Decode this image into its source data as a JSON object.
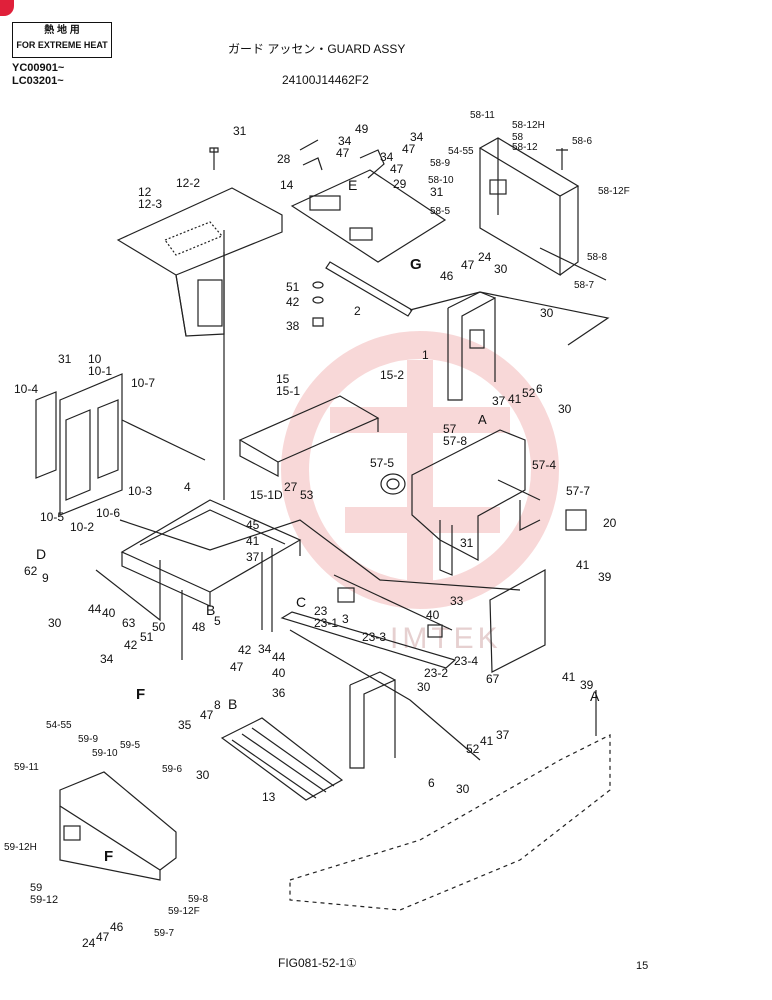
{
  "header": {
    "badge_line1": "熱 地 用",
    "badge_line2": "FOR EXTREME HEAT",
    "serial_1": "YC00901~",
    "serial_2": "LC03201~",
    "title": "ガード アッセン・GUARD ASSY",
    "part_number": "24100J14462F2"
  },
  "footer": {
    "figure": "FIG081-52-1①",
    "page": "15"
  },
  "watermark_text": "IMTEK",
  "colors": {
    "line": "#222222",
    "watermark": "#f3b9b9",
    "corner": "#e0203a"
  },
  "labels": [
    {
      "id": "l1",
      "text": "31"
    },
    {
      "id": "l2",
      "text": "12"
    },
    {
      "id": "l3",
      "text": "12-3"
    },
    {
      "id": "l4",
      "text": "12-2"
    },
    {
      "id": "l5",
      "text": "49"
    },
    {
      "id": "l6",
      "text": "34"
    },
    {
      "id": "l7",
      "text": "34"
    },
    {
      "id": "l8",
      "text": "47"
    },
    {
      "id": "l9",
      "text": "28"
    },
    {
      "id": "l10",
      "text": "47"
    },
    {
      "id": "l11",
      "text": "34"
    },
    {
      "id": "l12",
      "text": "47"
    },
    {
      "id": "l13",
      "text": "E"
    },
    {
      "id": "l14",
      "text": "29"
    },
    {
      "id": "l15",
      "text": "31"
    },
    {
      "id": "l16",
      "text": "14"
    },
    {
      "id": "l17",
      "text": "58-11"
    },
    {
      "id": "l18",
      "text": "58-12H"
    },
    {
      "id": "l19",
      "text": "58"
    },
    {
      "id": "l20",
      "text": "58-12"
    },
    {
      "id": "l21",
      "text": "58-6"
    },
    {
      "id": "l22",
      "text": "54-55"
    },
    {
      "id": "l23",
      "text": "58-9"
    },
    {
      "id": "l24",
      "text": "58-10"
    },
    {
      "id": "l25",
      "text": "58-5"
    },
    {
      "id": "l26",
      "text": "58-12F"
    },
    {
      "id": "l27",
      "text": "58-8"
    },
    {
      "id": "l28",
      "text": "58-7"
    },
    {
      "id": "l29",
      "text": "G"
    },
    {
      "id": "l30",
      "text": "46"
    },
    {
      "id": "l31",
      "text": "47"
    },
    {
      "id": "l32",
      "text": "24"
    },
    {
      "id": "l33",
      "text": "30"
    },
    {
      "id": "l34",
      "text": "51"
    },
    {
      "id": "l35",
      "text": "42"
    },
    {
      "id": "l36",
      "text": "38"
    },
    {
      "id": "l37",
      "text": "2"
    },
    {
      "id": "l38",
      "text": "30"
    },
    {
      "id": "l39",
      "text": "1"
    },
    {
      "id": "l40",
      "text": "31"
    },
    {
      "id": "l41",
      "text": "10"
    },
    {
      "id": "l42",
      "text": "10-1"
    },
    {
      "id": "l43",
      "text": "10-7"
    },
    {
      "id": "l44",
      "text": "10-4"
    },
    {
      "id": "l45",
      "text": "15"
    },
    {
      "id": "l46",
      "text": "15-1"
    },
    {
      "id": "l47",
      "text": "15-2"
    },
    {
      "id": "l48",
      "text": "37"
    },
    {
      "id": "l49",
      "text": "41"
    },
    {
      "id": "l50",
      "text": "52"
    },
    {
      "id": "l51",
      "text": "6"
    },
    {
      "id": "l52",
      "text": "30"
    },
    {
      "id": "l53",
      "text": "A"
    },
    {
      "id": "l54",
      "text": "57"
    },
    {
      "id": "l55",
      "text": "57-8"
    },
    {
      "id": "l56",
      "text": "57-5"
    },
    {
      "id": "l57",
      "text": "57-4"
    },
    {
      "id": "l58",
      "text": "57-7"
    },
    {
      "id": "l59",
      "text": "20"
    },
    {
      "id": "l60",
      "text": "10-3"
    },
    {
      "id": "l61",
      "text": "10-5"
    },
    {
      "id": "l62",
      "text": "10-6"
    },
    {
      "id": "l63",
      "text": "10-2"
    },
    {
      "id": "l64",
      "text": "4"
    },
    {
      "id": "l65",
      "text": "15-1D"
    },
    {
      "id": "l66",
      "text": "27"
    },
    {
      "id": "l67",
      "text": "53"
    },
    {
      "id": "l68",
      "text": "45"
    },
    {
      "id": "l69",
      "text": "41"
    },
    {
      "id": "l70",
      "text": "37"
    },
    {
      "id": "l71",
      "text": "31"
    },
    {
      "id": "l72",
      "text": "41"
    },
    {
      "id": "l73",
      "text": "39"
    },
    {
      "id": "l74",
      "text": "D"
    },
    {
      "id": "l75",
      "text": "62"
    },
    {
      "id": "l76",
      "text": "9"
    },
    {
      "id": "l77",
      "text": "44"
    },
    {
      "id": "l78",
      "text": "40"
    },
    {
      "id": "l79",
      "text": "63"
    },
    {
      "id": "l80",
      "text": "30"
    },
    {
      "id": "l81",
      "text": "B"
    },
    {
      "id": "l82",
      "text": "50"
    },
    {
      "id": "l83",
      "text": "5"
    },
    {
      "id": "l84",
      "text": "51"
    },
    {
      "id": "l85",
      "text": "48"
    },
    {
      "id": "l86",
      "text": "42"
    },
    {
      "id": "l87",
      "text": "42"
    },
    {
      "id": "l88",
      "text": "47"
    },
    {
      "id": "l89",
      "text": "34"
    },
    {
      "id": "l90",
      "text": "34"
    },
    {
      "id": "l91",
      "text": "C"
    },
    {
      "id": "l92",
      "text": "23"
    },
    {
      "id": "l93",
      "text": "23-1"
    },
    {
      "id": "l94",
      "text": "3"
    },
    {
      "id": "l95",
      "text": "23-3"
    },
    {
      "id": "l96",
      "text": "33"
    },
    {
      "id": "l97",
      "text": "40"
    },
    {
      "id": "l98",
      "text": "23-4"
    },
    {
      "id": "l99",
      "text": "23-2"
    },
    {
      "id": "l100",
      "text": "67"
    },
    {
      "id": "l101",
      "text": "41"
    },
    {
      "id": "l102",
      "text": "39"
    },
    {
      "id": "l103",
      "text": "44"
    },
    {
      "id": "l104",
      "text": "40"
    },
    {
      "id": "l105",
      "text": "36"
    },
    {
      "id": "l106",
      "text": "F"
    },
    {
      "id": "l107",
      "text": "35"
    },
    {
      "id": "l108",
      "text": "47"
    },
    {
      "id": "l109",
      "text": "8"
    },
    {
      "id": "l110",
      "text": "B"
    },
    {
      "id": "l111",
      "text": "30"
    },
    {
      "id": "l112",
      "text": "A"
    },
    {
      "id": "l113",
      "text": "52"
    },
    {
      "id": "l114",
      "text": "41"
    },
    {
      "id": "l115",
      "text": "37"
    },
    {
      "id": "l116",
      "text": "54-55"
    },
    {
      "id": "l117",
      "text": "59-9"
    },
    {
      "id": "l118",
      "text": "59-10"
    },
    {
      "id": "l119",
      "text": "59-5"
    },
    {
      "id": "l120",
      "text": "59-6"
    },
    {
      "id": "l121",
      "text": "59-11"
    },
    {
      "id": "l122",
      "text": "30"
    },
    {
      "id": "l123",
      "text": "13"
    },
    {
      "id": "l124",
      "text": "6"
    },
    {
      "id": "l125",
      "text": "30"
    },
    {
      "id": "l126",
      "text": "59-12H"
    },
    {
      "id": "l127",
      "text": "F"
    },
    {
      "id": "l128",
      "text": "59"
    },
    {
      "id": "l129",
      "text": "59-12"
    },
    {
      "id": "l130",
      "text": "59-8"
    },
    {
      "id": "l131",
      "text": "59-12F"
    },
    {
      "id": "l132",
      "text": "47"
    },
    {
      "id": "l133",
      "text": "46"
    },
    {
      "id": "l134",
      "text": "59-7"
    },
    {
      "id": "l135",
      "text": "24"
    }
  ]
}
